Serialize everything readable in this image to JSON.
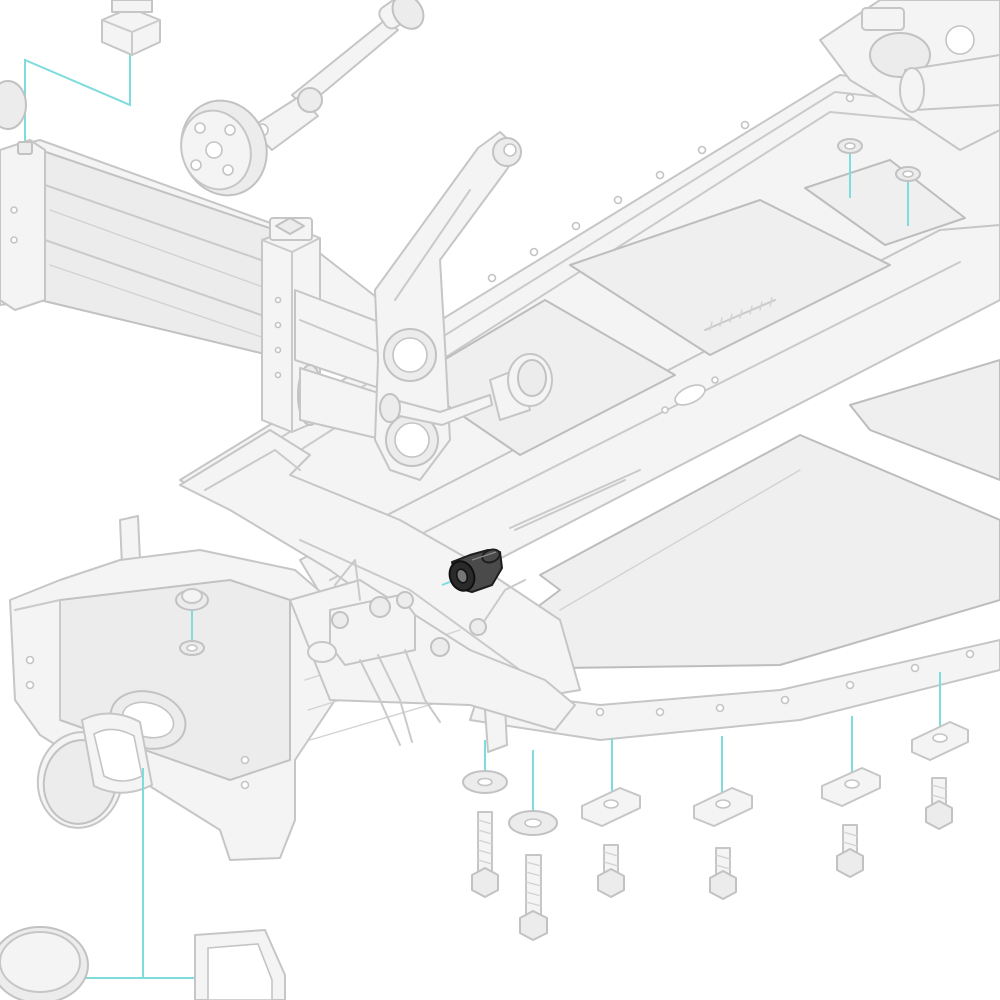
{
  "diagram": {
    "style": "exploded assembly illustration",
    "highlighted_part": "grommet",
    "colors": {
      "outline": "#c6c6c6",
      "fill": "#f4f4f4",
      "panel": "#efefef",
      "leader": "#7fdcdc",
      "highlight": "#4a4a4a",
      "background": "#ffffff"
    },
    "parts": [
      "crossmember-tube",
      "pitman-arm",
      "steering-shaft",
      "steering-coupler",
      "rubber-bushing",
      "chassis-frame-rail",
      "floor-pan-panel",
      "steering-box-mount",
      "brake-distribution-block",
      "grommet",
      "access-cover",
      "gasket",
      "washer",
      "clip-nut",
      "bolt"
    ]
  }
}
